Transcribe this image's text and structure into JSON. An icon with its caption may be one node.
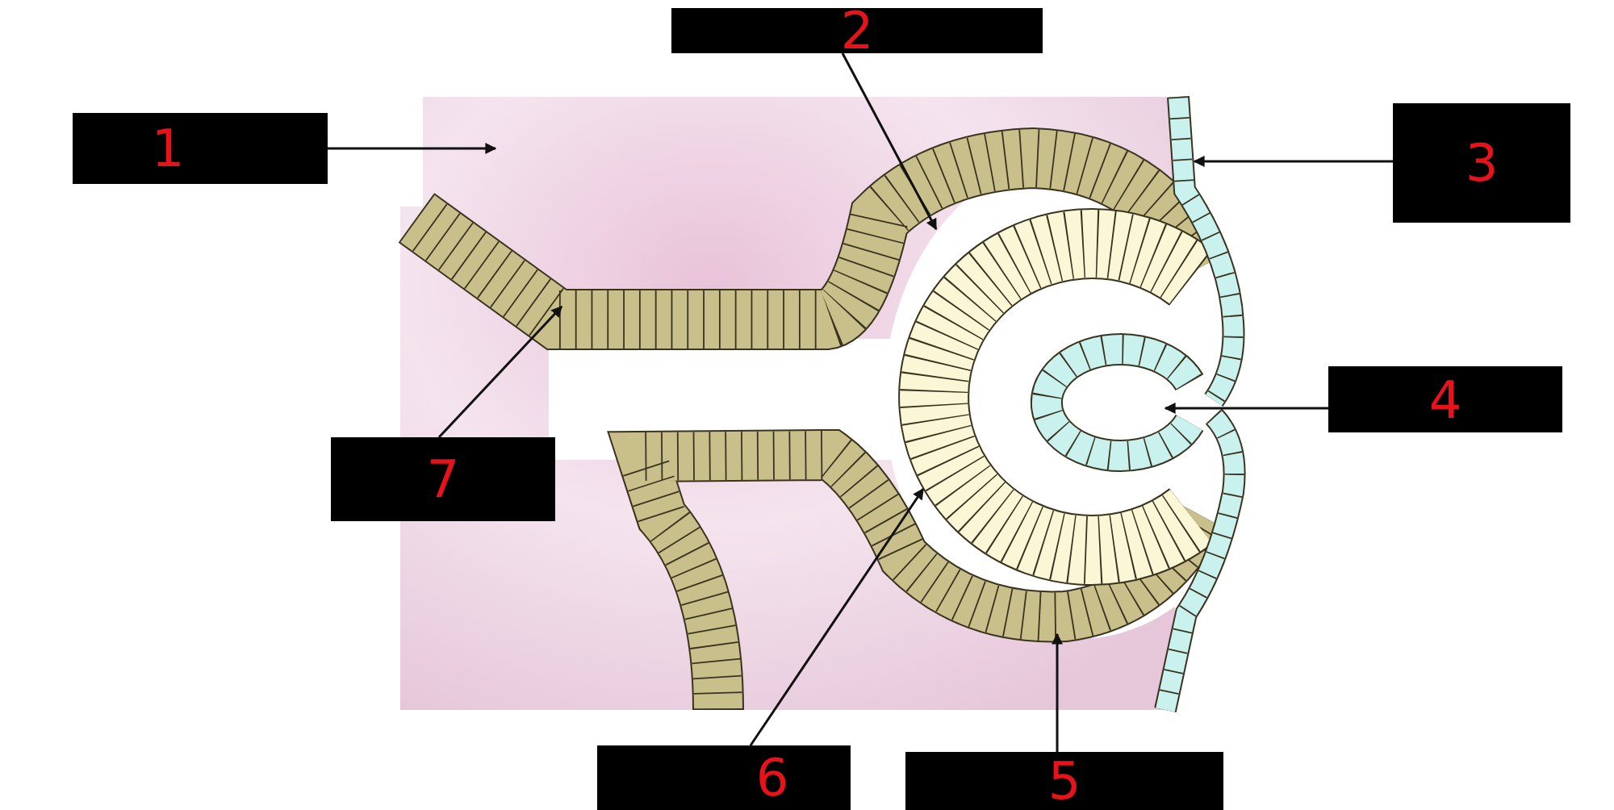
{
  "diagram": {
    "nodes": [
      {
        "text": [
          "1"
        ]
      },
      {
        "text": [
          "2"
        ]
      },
      {
        "text": [
          "3"
        ]
      },
      {
        "text": [
          "4"
        ]
      },
      {
        "text": [
          "5"
        ]
      },
      {
        "text": [
          "6"
        ]
      },
      {
        "text": [
          "7"
        ]
      }
    ],
    "edges": [
      {
        "from": 0,
        "to": null,
        "arrow": "to"
      },
      {
        "from": 1,
        "to": null,
        "arrow": "to"
      },
      {
        "from": 2,
        "to": null,
        "arrow": "to"
      },
      {
        "from": 3,
        "to": null,
        "arrow": "to"
      },
      {
        "from": 4,
        "to": null,
        "arrow": "to"
      },
      {
        "from": 5,
        "to": null,
        "arrow": "to"
      },
      {
        "from": 6,
        "to": null,
        "arrow": "to"
      }
    ]
  }
}
